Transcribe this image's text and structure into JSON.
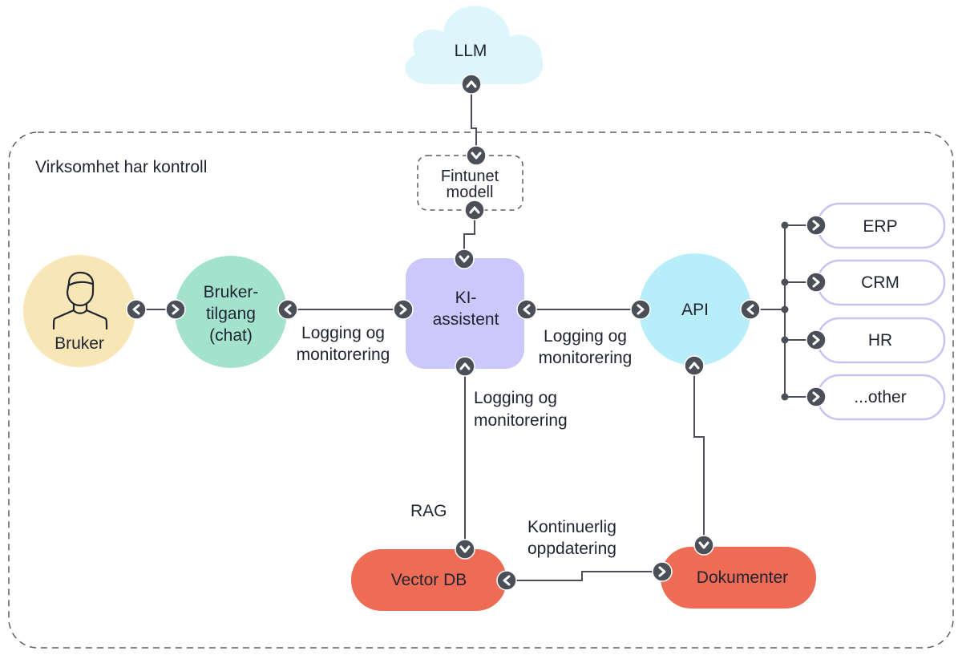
{
  "boundary": {
    "label": "Virksomhet har kontroll"
  },
  "cloud": {
    "label": "LLM"
  },
  "finetuned": {
    "line1": "Fintunet",
    "line2": "modell"
  },
  "user": {
    "label": "Bruker"
  },
  "chat": {
    "line1": "Bruker-",
    "line2": "tilgang",
    "line3": "(chat)"
  },
  "assistant": {
    "line1": "KI-",
    "line2": "assistent"
  },
  "api": {
    "label": "API"
  },
  "systems": [
    "ERP",
    "CRM",
    "HR",
    "...other"
  ],
  "vectordb": {
    "label": "Vector DB"
  },
  "docs": {
    "label": "Dokumenter"
  },
  "edges": {
    "chat_assistant": {
      "line1": "Logging og",
      "line2": "monitorering"
    },
    "assistant_api": {
      "line1": "Logging og",
      "line2": "monitorering"
    },
    "assistant_vector": {
      "line1": "Logging og",
      "line2": "monitorering"
    },
    "rag": "RAG",
    "update": {
      "line1": "Kontinuerlig",
      "line2": "oppdatering"
    }
  },
  "colors": {
    "user": "#f8e6b7",
    "chat": "#a3e3cd",
    "assistant": "#ccc8fb",
    "api": "#b7eef9",
    "cloud": "#ddf6fc",
    "vectordb": "#ee6b56",
    "docs": "#ee6b56",
    "system_border": "#c9c3f3",
    "connector": "#4b5058",
    "line": "#4b5058"
  }
}
